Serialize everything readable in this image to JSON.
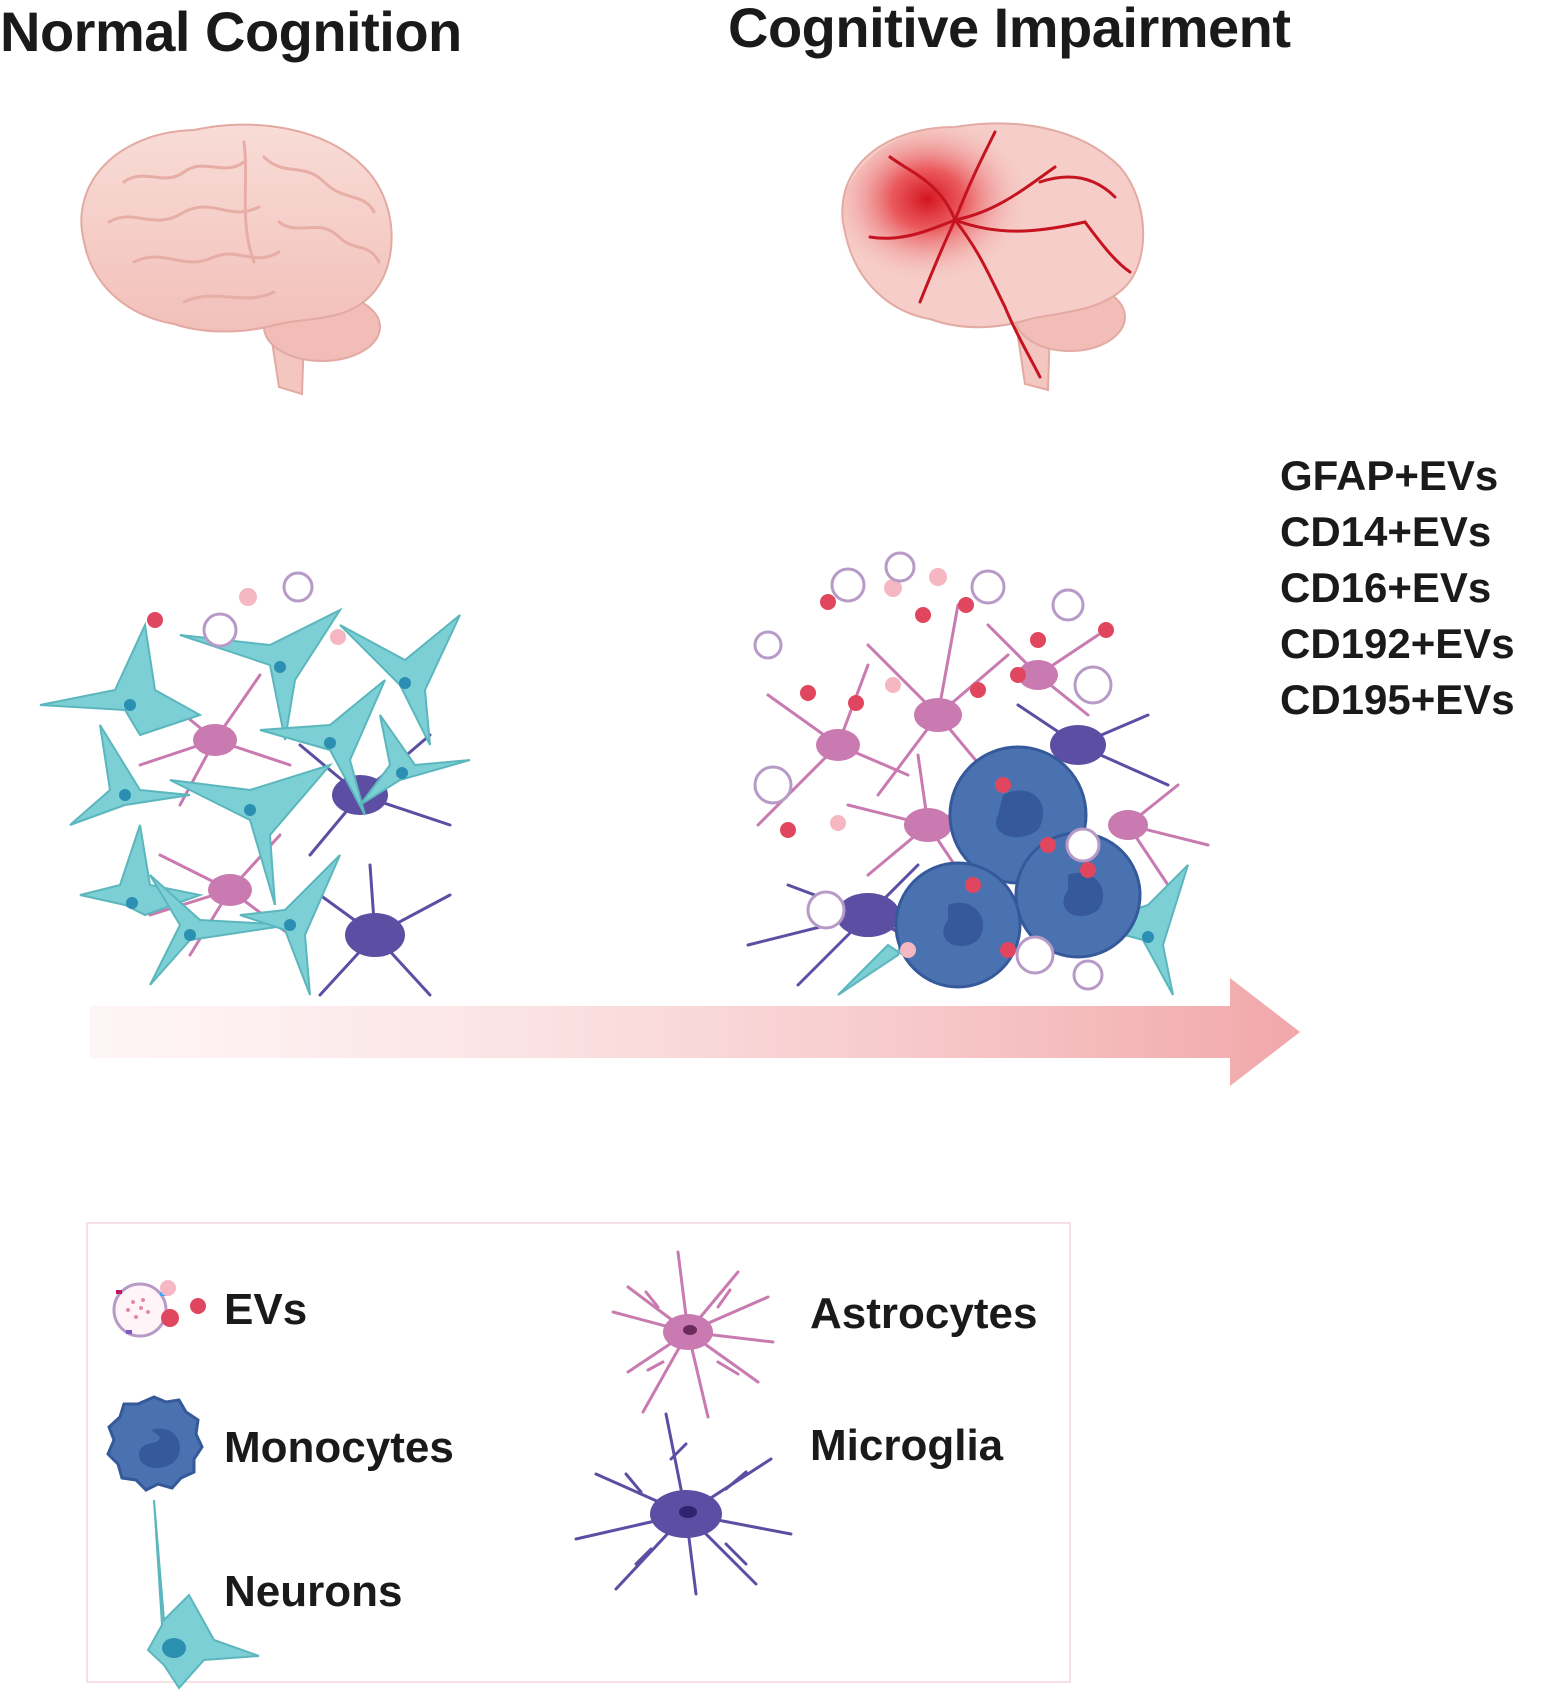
{
  "titles": {
    "normal": "Normal Cognition",
    "impaired": "Cognitive Impairment"
  },
  "markers": [
    "GFAP+EVs",
    "CD14+EVs",
    "CD16+EVs",
    "CD192+EVs",
    "CD195+EVs"
  ],
  "legend": {
    "evs": "EVs",
    "monocytes": "Monocytes",
    "neurons": "Neurons",
    "astrocytes": "Astrocytes",
    "microglia": "Microglia"
  },
  "colors": {
    "brain": "#f6cdc8",
    "brain_outline": "#e3aaa3",
    "inflamed": "#d4141f",
    "neuron": "#7ccfd4",
    "neuron_nucleus": "#2a8fb0",
    "astrocyte": "#c97ab0",
    "microglia": "#5b4ea3",
    "monocyte": "#4a72b0",
    "ev_red": "#e0475f",
    "ev_pink": "#f5b7c1",
    "arrow": "#f1a7a9"
  }
}
